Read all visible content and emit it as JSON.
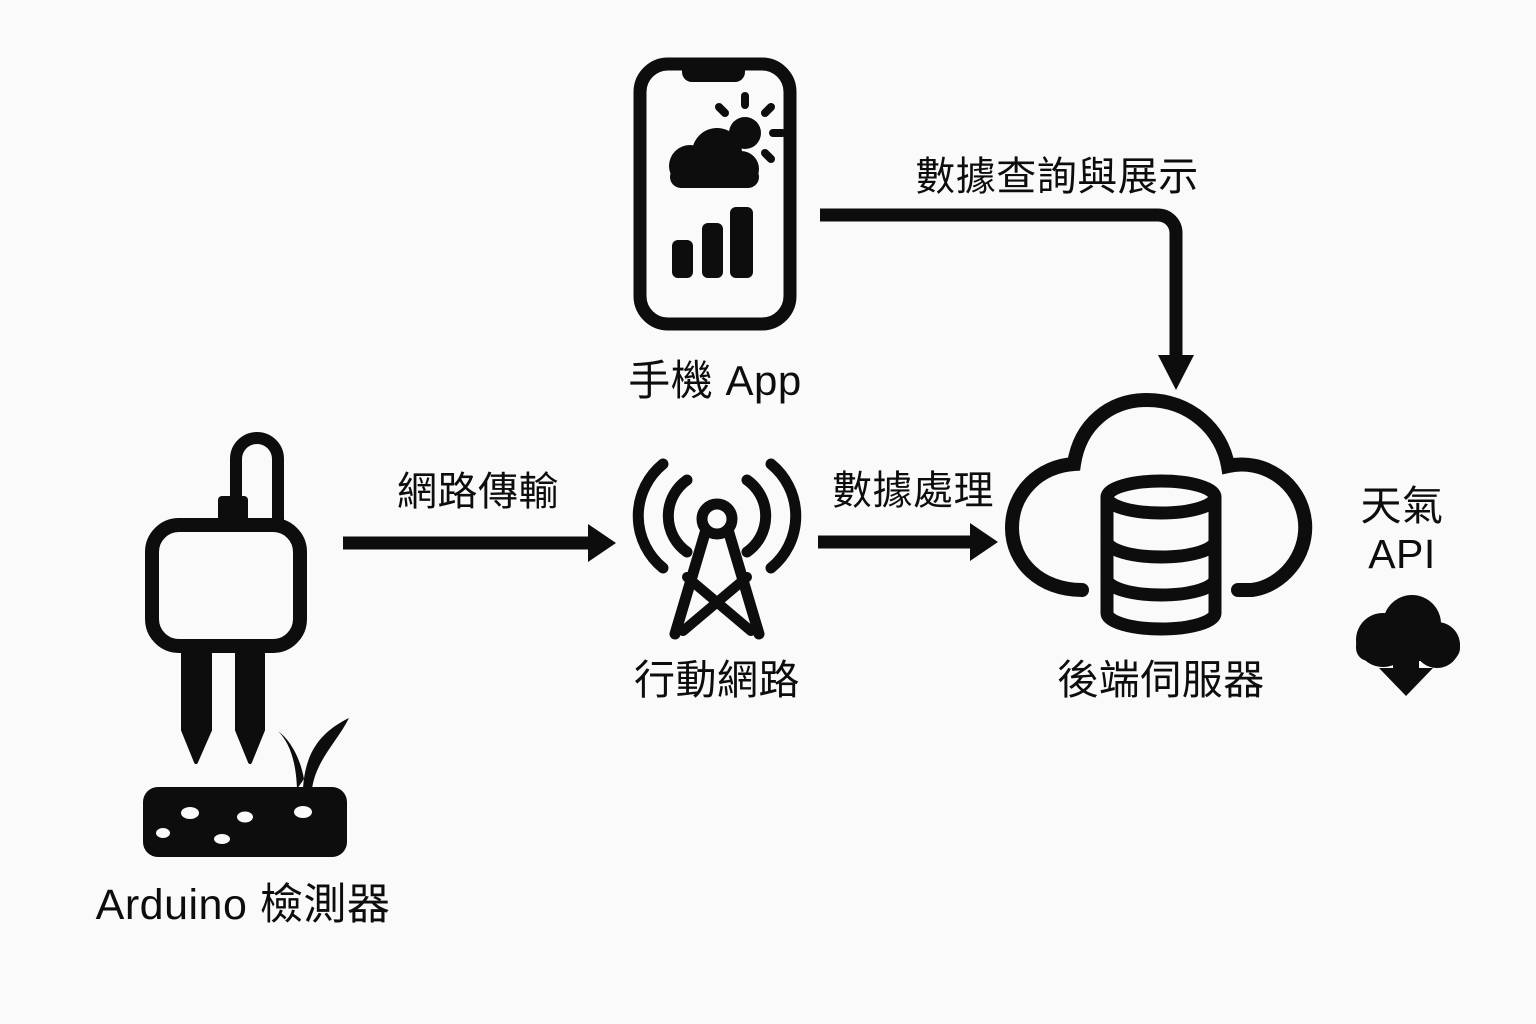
{
  "colors": {
    "background": "#fafafa",
    "ink": "#0d0d0d"
  },
  "nodes": {
    "arduino_sensor": {
      "label": "Arduino 檢測器",
      "icon": "soil-moisture-sensor-icon"
    },
    "mobile_network": {
      "label": "行動網路",
      "icon": "cell-tower-icon"
    },
    "backend_server": {
      "label": "後端伺服器",
      "icon": "cloud-database-icon"
    },
    "phone": {
      "label": "手機 App",
      "icon": "smartphone-weather-app-icon"
    },
    "weather_api": {
      "label": "天氣\nAPI",
      "icon": "cloud-download-icon"
    }
  },
  "edges": {
    "sensor_to_network": {
      "label": "網路傳輸",
      "from": "arduino_sensor",
      "to": "mobile_network"
    },
    "network_to_server": {
      "label": "數據處理",
      "from": "mobile_network",
      "to": "backend_server"
    },
    "phone_to_server": {
      "label": "數據查詢與展示",
      "from": "phone",
      "to": "backend_server"
    }
  }
}
